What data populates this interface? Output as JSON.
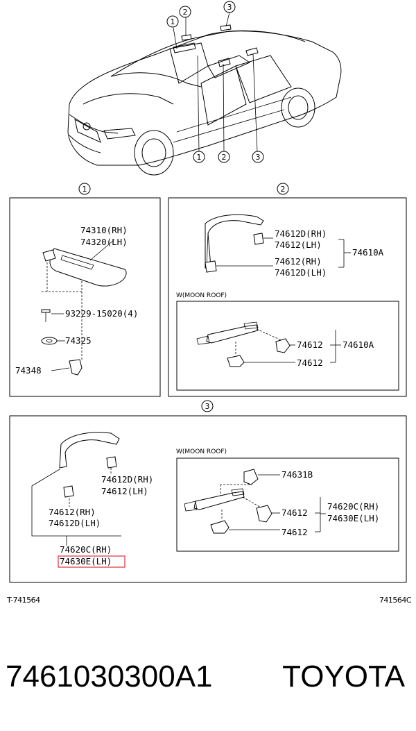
{
  "callouts": [
    "1",
    "2",
    "3"
  ],
  "panel1": {
    "visor_rh": "74310(RH)",
    "visor_lh": "74320(LH)",
    "screw": "93229-15020(4)",
    "cap": "74325",
    "holder": "74348"
  },
  "panel2": {
    "grip_rh": "74612D(RH)",
    "grip_lh": "74612(LH)",
    "grip_rh2": "74612(RH)",
    "grip_lh2": "74612D(LH)",
    "assy": "74610A",
    "moon_roof": "W(MOON ROOF)",
    "moon_a": "74612",
    "moon_b": "74612",
    "moon_assy": "74610A"
  },
  "panel3": {
    "grip_rh": "74612D(RH)",
    "grip_lh": "74612(LH)",
    "grip_rh2": "74612(RH)",
    "grip_lh2": "74612D(LH)",
    "assy_rh": "74620C(RH)",
    "assy_lh": "74630E(LH)",
    "moon_roof": "W(MOON ROOF)",
    "moon_hook": "74631B",
    "moon_a": "74612",
    "moon_b": "74612",
    "moon_assy_rh": "74620C(RH)",
    "moon_assy_lh": "74630E(LH)"
  },
  "codes": {
    "left": "T-741564",
    "right": "741564C"
  },
  "footer": {
    "part_number": "7461030300A1",
    "brand": "TOYOTA"
  },
  "colors": {
    "highlight": "#e0303a",
    "line": "#000000",
    "background": "#ffffff"
  }
}
